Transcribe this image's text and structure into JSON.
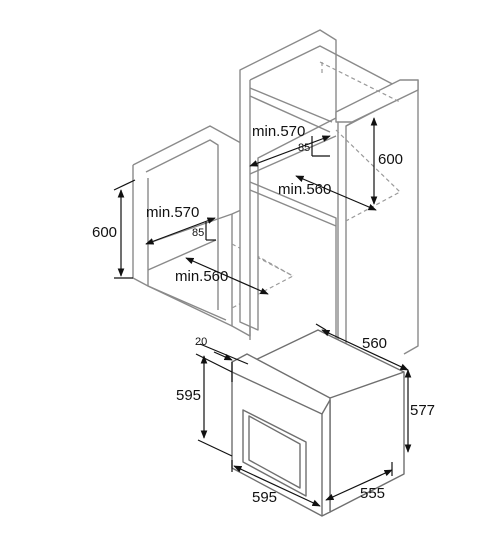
{
  "labels": {
    "left_min_depth": "min.570",
    "left_gap": "85",
    "left_height": "600",
    "left_min_width": "min.560",
    "tall_min_depth": "min.570",
    "tall_gap": "85",
    "tall_height": "600",
    "tall_min_width": "min.560",
    "oven_frame": "20",
    "oven_depth_top": "560",
    "oven_front_height": "595",
    "oven_side_height": "577",
    "oven_width": "595",
    "oven_body_depth": "555"
  }
}
